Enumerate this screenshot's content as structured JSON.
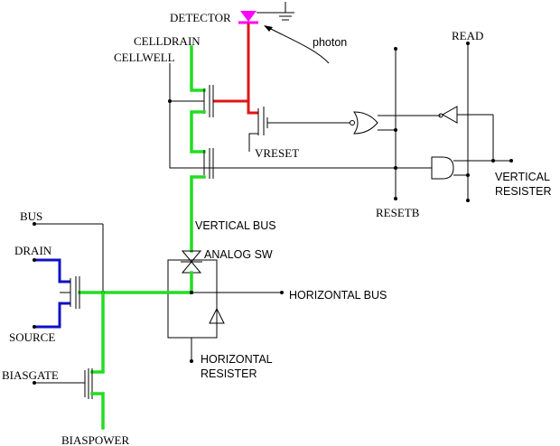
{
  "labels": {
    "detector": "DETECTOR",
    "photon": "photon",
    "celldrain": "CELLDRAIN",
    "cellwell": "CELLWELL",
    "read": "READ",
    "vreset": "VRESET",
    "resetb": "RESETB",
    "vertical_resister_1": "VERTICAL",
    "vertical_resister_2": "RESISTER",
    "vertical_bus": "VERTICAL BUS",
    "analog_sw": "ANALOG SW",
    "horizontal_bus": "HORIZONTAL BUS",
    "horizontal_resister_1": "HORIZONTAL",
    "horizontal_resister_2": "RESISTER",
    "bus": "BUS",
    "drain": "DRAIN",
    "source": "SOURCE",
    "biasgate": "BIASGATE",
    "biaspower": "BIASPOWER"
  },
  "colors": {
    "green_wire": "#22dd22",
    "red_wire": "#e01616",
    "blue_wire": "#1010c8",
    "detector": "#ff00ff",
    "line": "#000000"
  }
}
